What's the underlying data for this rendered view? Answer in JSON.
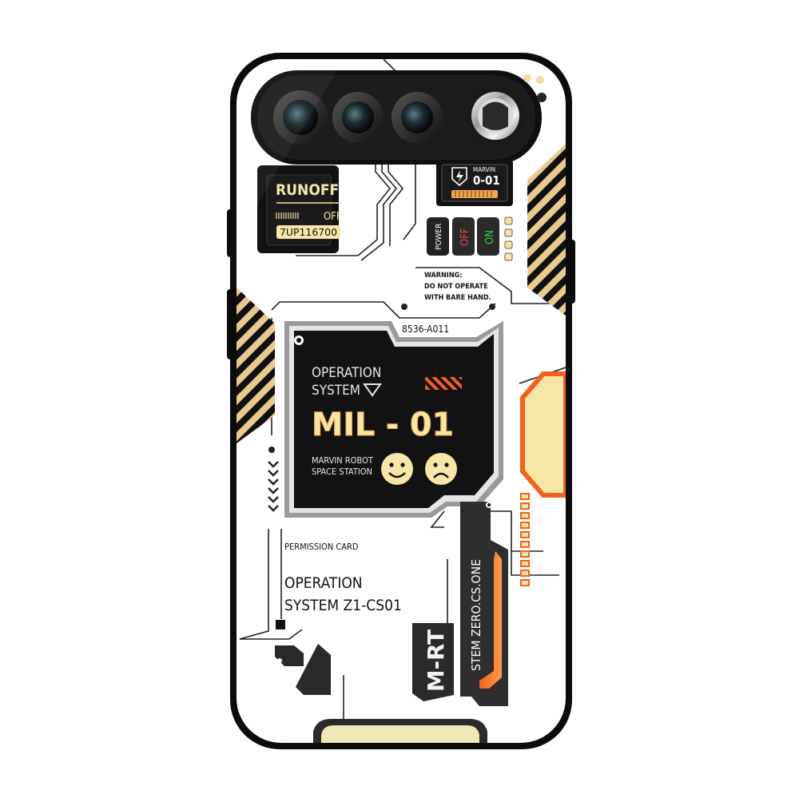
{
  "runoff_panel": {
    "title": "RUNOFF",
    "state": "OFF",
    "code": "7UP116700"
  },
  "marvin_badge": {
    "name": "MARVIN",
    "model": "0-01"
  },
  "switches": {
    "power": "POWER",
    "off": "OFF",
    "on": "ON"
  },
  "warning": {
    "line1": "WARNING:",
    "line2": "DO NOT OPERATE",
    "line3": "WITH BARE HAND."
  },
  "screen": {
    "code": "8536-A011",
    "heading_line1": "OPERATION",
    "heading_line2": "SYSTEM",
    "main_title": "MIL - 01",
    "sub_line1": "MARVIN ROBOT",
    "sub_line2": "SPACE STATION"
  },
  "permission": {
    "label": "PERMISSION CARD",
    "line1": "OPERATION",
    "line2": "SYSTEM Z1-CS01"
  },
  "vertical_labels": {
    "stem": "STEM ZERO.CS.ONE",
    "mrt": "M-RT"
  },
  "colors": {
    "case_frame": "#0b0b0b",
    "panel_black": "#111111",
    "accent_orange": "#f2611f",
    "accent_cream": "#f7e6a8",
    "stripe_tan": "#e9c98f",
    "body_white": "#ffffff"
  }
}
